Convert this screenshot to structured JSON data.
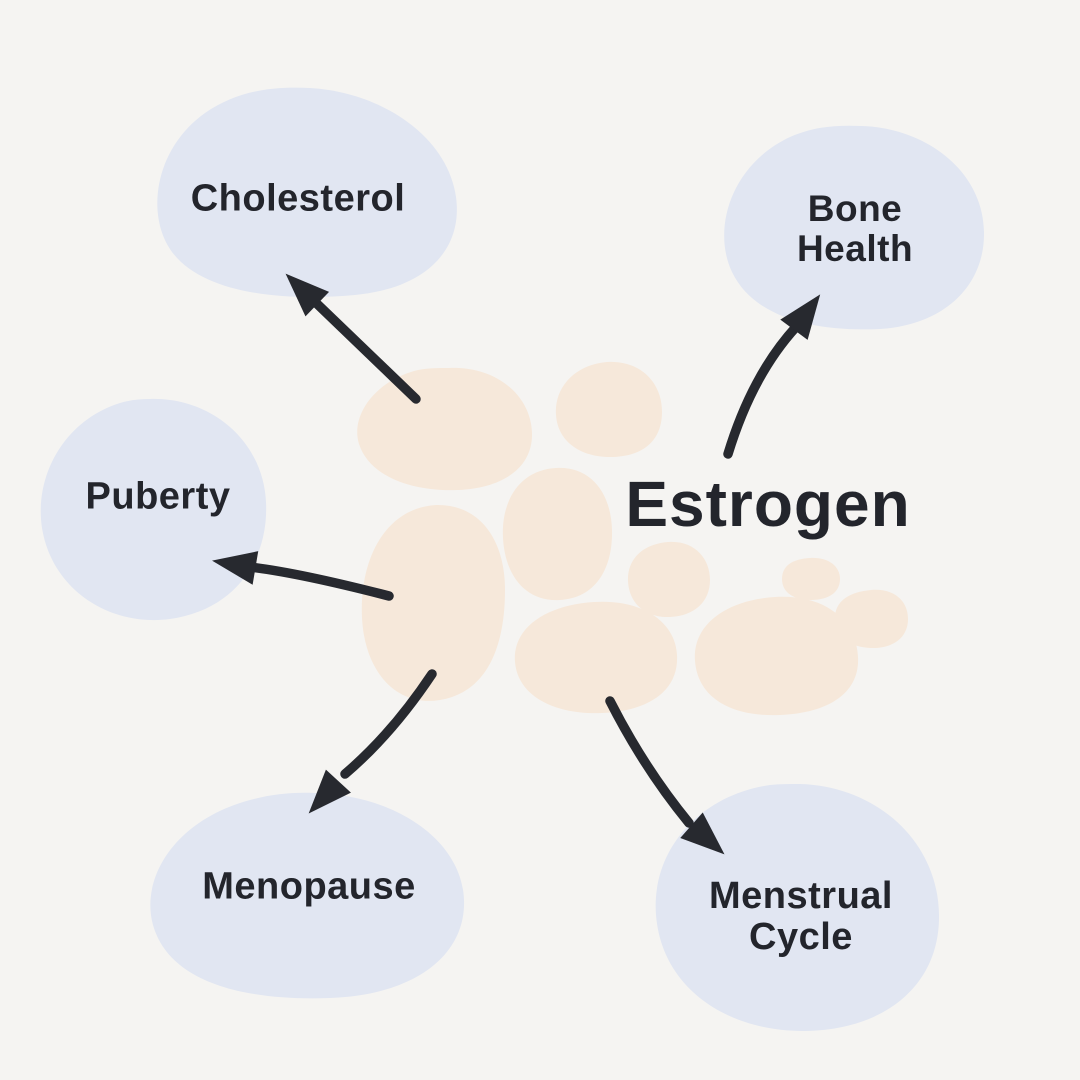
{
  "diagram_type": "mind-map",
  "title": "Estrogen",
  "nodes": [
    {
      "id": "cholesterol",
      "label": "Cholesterol"
    },
    {
      "id": "bone-health",
      "label": "Bone\nHealth"
    },
    {
      "id": "puberty",
      "label": "Puberty"
    },
    {
      "id": "menopause",
      "label": "Menopause"
    },
    {
      "id": "menstrual-cycle",
      "label": "Menstrual\nCycle"
    }
  ],
  "connections": [
    {
      "from": "estrogen",
      "to": "cholesterol"
    },
    {
      "from": "estrogen",
      "to": "bone-health"
    },
    {
      "from": "estrogen",
      "to": "puberty"
    },
    {
      "from": "estrogen",
      "to": "menopause"
    },
    {
      "from": "estrogen",
      "to": "menstrual-cycle"
    }
  ],
  "colors": {
    "background": "#f5f4f2",
    "node_blob": "#e1e6f2",
    "center_blob": "#f6e8da",
    "text": "#23252c",
    "arrow": "#27292f"
  }
}
